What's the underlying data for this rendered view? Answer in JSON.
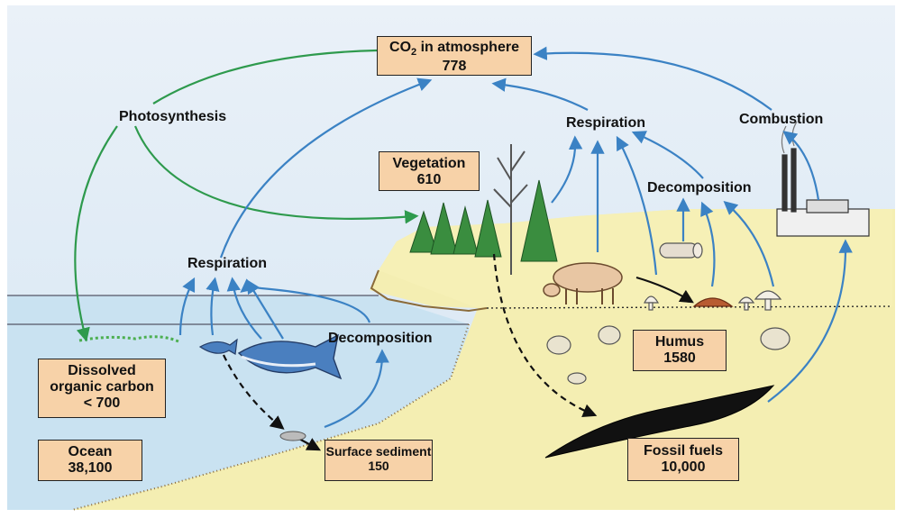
{
  "pools": {
    "atmosphere": {
      "name_prefix": "CO",
      "name_sub": "2",
      "name_suffix": " in atmosphere",
      "value": "778"
    },
    "vegetation": {
      "name": "Vegetation",
      "value": "610"
    },
    "dissolved": {
      "line1": "Dissolved",
      "line2": "organic carbon",
      "value": "< 700"
    },
    "ocean": {
      "name": "Ocean",
      "value": "38,100"
    },
    "sediment": {
      "name": "Surface sediment",
      "value": "150"
    },
    "humus": {
      "name": "Humus",
      "value": "1580"
    },
    "fossil": {
      "name": "Fossil fuels",
      "value": "10,000"
    }
  },
  "processes": {
    "photosynthesis": "Photosynthesis",
    "respiration_ocean": "Respiration",
    "respiration_land": "Respiration",
    "decomposition_ocean": "Decomposition",
    "decomposition_land": "Decomposition",
    "combustion": "Combustion"
  },
  "colors": {
    "sky": "#dfeaf6",
    "sea": "#c9e2f1",
    "land": "#f4eeb2",
    "box_fill": "#f7d2a8",
    "flow_photosynthesis": "#2e9a4d",
    "flow_release": "#3b82c4",
    "flow_burial": "#111111"
  }
}
